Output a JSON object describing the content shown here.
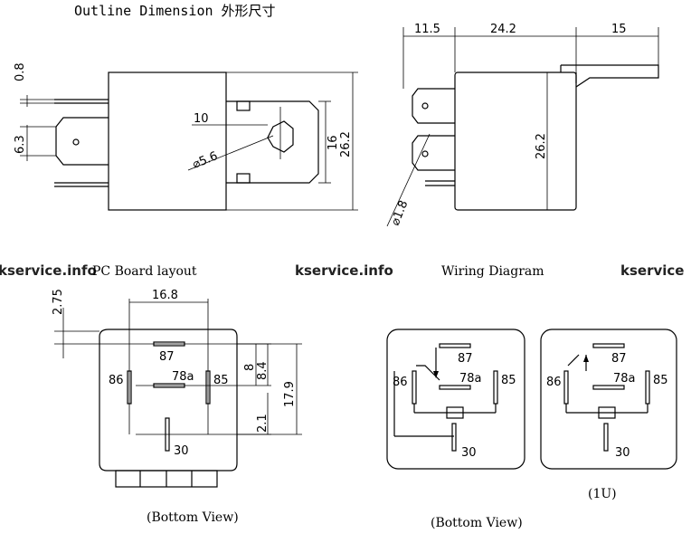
{
  "titles": {
    "outline": "Outline Dimension 外形尺寸",
    "pcb": "PC Board layout",
    "wiring": "Wiring Diagram",
    "bottom_view_1": "(Bottom View)",
    "bottom_view_2": "(Bottom View)",
    "variant": "(1U)"
  },
  "watermark": [
    "kservice.info",
    "kservice.info",
    "kservice"
  ],
  "side_view": {
    "dims": {
      "d1": "0.8",
      "d2": "6.3",
      "d3": "10",
      "d4": "⌀5.6",
      "d5": "16",
      "d6": "26.2"
    }
  },
  "front_view": {
    "dims": {
      "d1": "11.5",
      "d2": "24.2",
      "d3": "15",
      "d4": "26.2",
      "d5": "⌀1.8"
    }
  },
  "pcb": {
    "dims": {
      "d1": "2.75",
      "d2": "16.8",
      "d3": "8",
      "d4": "8.4",
      "d5": "17.9",
      "d6": "2.1"
    },
    "pins": {
      "p87": "87",
      "p78a": "78a",
      "p86": "86",
      "p85": "85",
      "p30": "30"
    }
  },
  "wiring_a": {
    "pins": {
      "p87": "87",
      "p78a": "78a",
      "p86": "86",
      "p85": "85",
      "p30": "30"
    }
  },
  "wiring_b": {
    "pins": {
      "p87": "87",
      "p78a": "78a",
      "p86": "86",
      "p85": "85",
      "p30": "30"
    }
  }
}
